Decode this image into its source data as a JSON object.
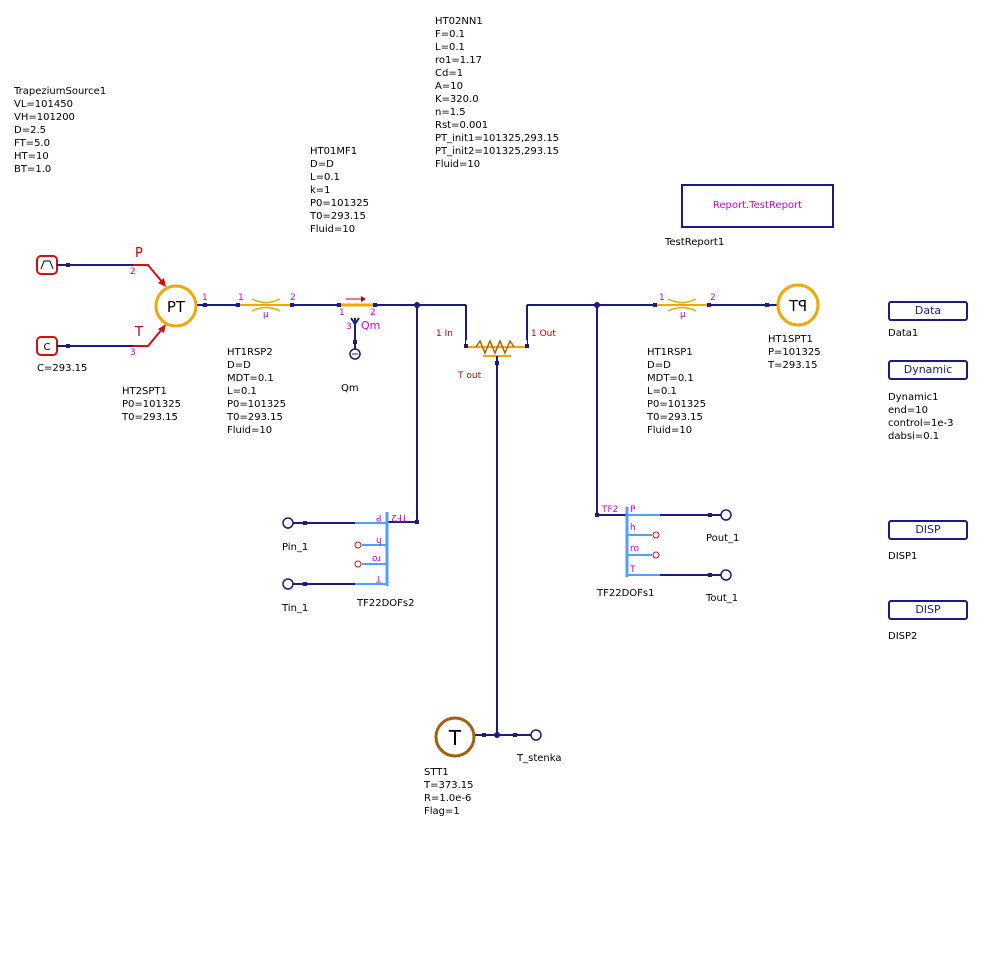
{
  "colors": {
    "wire": "#1c1c80",
    "pipe": "#f0a800",
    "source": "#d01010",
    "port_label": "#d000d0",
    "bus": "#50a0ff",
    "thermal": "#a06010"
  },
  "components": {
    "trapezium_source": {
      "name": "TrapeziumSource1",
      "params": [
        "VL=101450",
        "VH=101200",
        "D=2.5",
        "FT=5.0",
        "HT=10",
        "BT=1.0"
      ]
    },
    "const_source": {
      "symbol": "C",
      "label": "C=293.15"
    },
    "ht2spt1": {
      "name": "HT2SPT1",
      "symbol": "PT",
      "params": [
        "P0=101325",
        "T0=293.15"
      ],
      "ports": {
        "p": "P",
        "p_num": "2",
        "t": "T",
        "t_num": "3",
        "out": "1"
      }
    },
    "ht1rsp2": {
      "name": "HT1RSP2",
      "params": [
        "D=D",
        "MDT=0.1",
        "L=0.1",
        "P0=101325",
        "T0=293.15",
        "Fluid=10"
      ],
      "ports": {
        "in": "1",
        "out": "2",
        "mu": "μ"
      }
    },
    "ht01mf1": {
      "name": "HT01MF1",
      "params": [
        "D=D",
        "L=0.1",
        "k=1",
        "P0=101325",
        "T0=293.15",
        "Fluid=10"
      ],
      "ports": {
        "in": "1",
        "out": "2",
        "qm_num": "3",
        "qm": "Qm"
      }
    },
    "qm_sensor": {
      "label": "Qm"
    },
    "ht02nn1": {
      "name": "HT02NN1",
      "params": [
        "F=0.1",
        "L=0.1",
        "ro1=1.17",
        "Cd=1",
        "A=10",
        "K=320.0",
        "n=1.5",
        "Rst=0.001",
        "PT_init1=101325,293.15",
        "PT_init2=101325,293.15",
        "Fluid=10"
      ],
      "ports": {
        "in": "1 In",
        "out": "1 Out",
        "t_out": "T out"
      }
    },
    "ht1rsp1": {
      "name": "HT1RSP1",
      "params": [
        "D=D",
        "MDT=0.1",
        "L=0.1",
        "P0=101325",
        "T0=293.15",
        "Fluid=10"
      ],
      "ports": {
        "in": "1",
        "out": "2",
        "mu": "μ"
      }
    },
    "ht1spt1": {
      "name": "HT1SPT1",
      "symbol": "PT",
      "params": [
        "P=101325",
        "T=293.15"
      ]
    },
    "report": {
      "box_label": "Report.TestReport",
      "name": "TestReport1"
    },
    "tf22dofs2": {
      "name": "TF22DOFs2",
      "ports": [
        "TF2",
        "P",
        "h",
        "ro",
        "T"
      ],
      "probes": [
        "Pin_1",
        "Tin_1"
      ]
    },
    "tf22dofs1": {
      "name": "TF22DOFs1",
      "ports": [
        "TF2",
        "P",
        "h",
        "ro",
        "T"
      ],
      "probes": [
        "Pout_1",
        "Tout_1"
      ]
    },
    "stt1": {
      "name": "STT1",
      "symbol": "T",
      "params": [
        "T=373.15",
        "R=1.0e-6",
        "Flag=1"
      ],
      "probe": "T_stenka"
    }
  },
  "side_blocks": [
    {
      "button": "Data",
      "caption": "Data1"
    },
    {
      "button": "Dynamic",
      "caption": "Dynamic1\nend=10\ncontrol=1e-3\ndabsi=0.1"
    },
    {
      "button": "DISP",
      "caption": "DISP1"
    },
    {
      "button": "DISP",
      "caption": "DISP2"
    }
  ]
}
